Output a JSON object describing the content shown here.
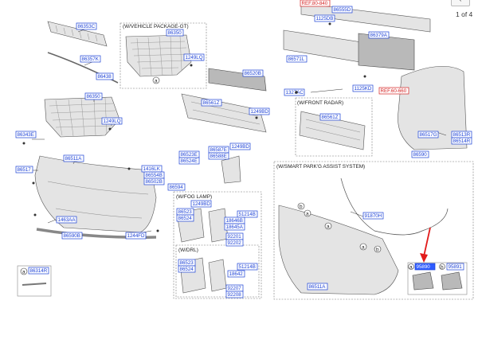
{
  "pager": {
    "page_text": "1 of 4",
    "prev_icon": "chevron-left-icon"
  },
  "sections": {
    "vehicle_package_gt": "(W/VEHICLE PACKAGE-GT)",
    "front_radar": "(W/FRONT RADAR)",
    "smart_park": "(W/SMART PARK'G ASSIST SYSTEM)",
    "fog_lamp": "(W/FOG LAMP)",
    "drl": "(W/DRL)"
  },
  "callouts": {
    "a": "a",
    "b": "b"
  },
  "part_numbers": {
    "p86353C": "86353C",
    "p86350": "86350",
    "p1249LQ_top": "1249LQ",
    "p86357K": "86357K",
    "p86438": "86438",
    "p86350_mid": "86350",
    "p1249LQ_mid": "1249LQ",
    "p86343E": "86343E",
    "p86517": "86517",
    "p86511A": "86511A",
    "p1463AA": "1463AA",
    "p86590B": "86590B",
    "p1244FD": "1244FD",
    "p86314R": "86314R",
    "p86520B": "86520B",
    "p86561Z": "86561Z",
    "p1249BD_a": "1249BD",
    "p1327AC": "1327AC",
    "p86571L": "86571L",
    "p86523E": "86523E",
    "p86524E": "86524E",
    "p86587E": "86587E",
    "p86588E": "86588E",
    "p1249BD_b": "1249BD",
    "p1416LK": "1416LK",
    "p86554B": "86554B",
    "p86502B": "86502B",
    "p86594": "86594",
    "ref_top": "REF.80-840",
    "p86555D": "86555D",
    "p1125DB": "1125DB",
    "p86379A": "86379A",
    "p1125KD": "1125KD",
    "ref_mid": "REF.60-660",
    "p86561Z_radar": "86561Z",
    "p86517G": "86517G",
    "p86513R": "86513R",
    "p86514R": "86514R",
    "p86590": "86590",
    "p91870H": "91870H",
    "p86511A_b": "86511A",
    "p95890": "95890",
    "p95891": "95891",
    "p1249BD_fog": "1249BD",
    "p86523": "86523",
    "p86524": "86524",
    "p51214B_a": "51214B",
    "p18646B": "18646B",
    "p18645A": "18645A",
    "p92201": "92201",
    "p92202": "92202",
    "p86523_drl": "86523",
    "p86524_drl": "86524",
    "p51214B_b": "51214B",
    "p18642": "18642",
    "p92207": "92207",
    "p92208": "92208"
  },
  "colors": {
    "part_number": "#1a3fd6",
    "reference": "#d42020",
    "highlight": "#2d5bff",
    "arrow": "#e21b1b"
  }
}
